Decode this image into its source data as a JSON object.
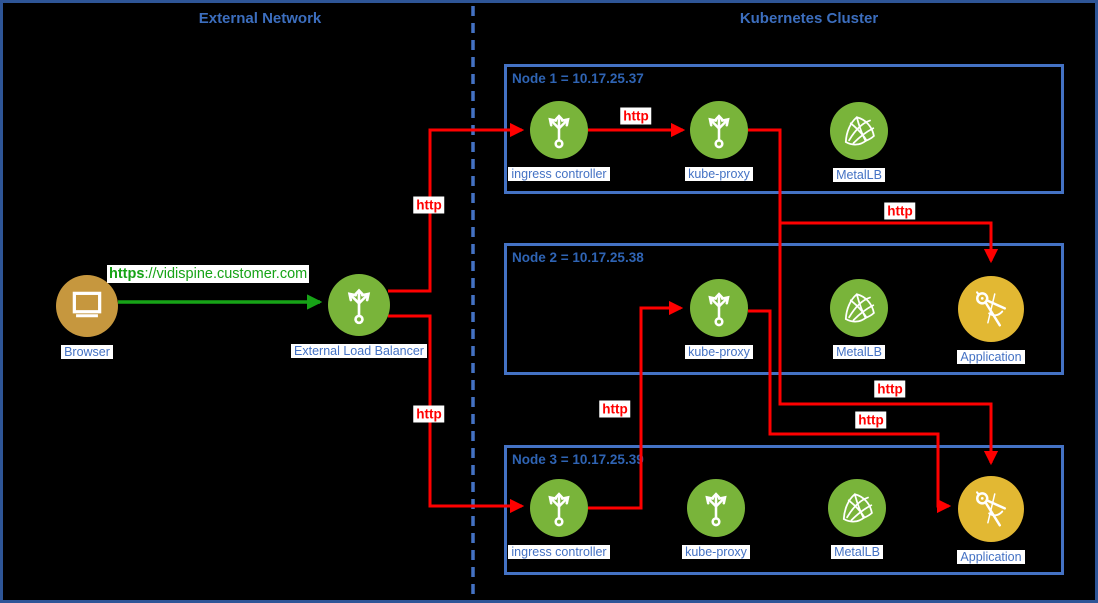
{
  "headers": {
    "external": "External Network",
    "cluster": "Kubernetes Cluster"
  },
  "external_network": {
    "browser_label": "Browser",
    "load_balancer_label": "External Load Balancer",
    "request_url": {
      "scheme": "https",
      "rest": "://vidispine.customer.com"
    }
  },
  "cluster": {
    "nodes": [
      {
        "title": "Node 1 = 10.17.25.37",
        "components": [
          {
            "label": "ingress controller",
            "icon": "ingress-controller"
          },
          {
            "label": "kube-proxy",
            "icon": "kube-proxy"
          },
          {
            "label": "MetalLB",
            "icon": "metallb"
          }
        ]
      },
      {
        "title": "Node 2 = 10.17.25.38",
        "components": [
          {
            "label": "kube-proxy",
            "icon": "kube-proxy"
          },
          {
            "label": "MetalLB",
            "icon": "metallb"
          },
          {
            "label": "Application",
            "icon": "application"
          }
        ]
      },
      {
        "title": "Node 3 = 10.17.25.39",
        "components": [
          {
            "label": "ingress controller",
            "icon": "ingress-controller"
          },
          {
            "label": "kube-proxy",
            "icon": "kube-proxy"
          },
          {
            "label": "MetalLB",
            "icon": "metallb"
          },
          {
            "label": "Application",
            "icon": "application"
          }
        ]
      }
    ]
  },
  "edges": {
    "http_label": "http"
  },
  "colors": {
    "outer_border": "#2E5597",
    "node_border": "#4472C4",
    "label_text": "#4472C4",
    "title_text": "#2F64B4",
    "component_green": "#79B43A",
    "application_yellow": "#E2B833",
    "browser_gold": "#C6973E",
    "http_red": "#FF0000",
    "https_green": "#17A317"
  }
}
